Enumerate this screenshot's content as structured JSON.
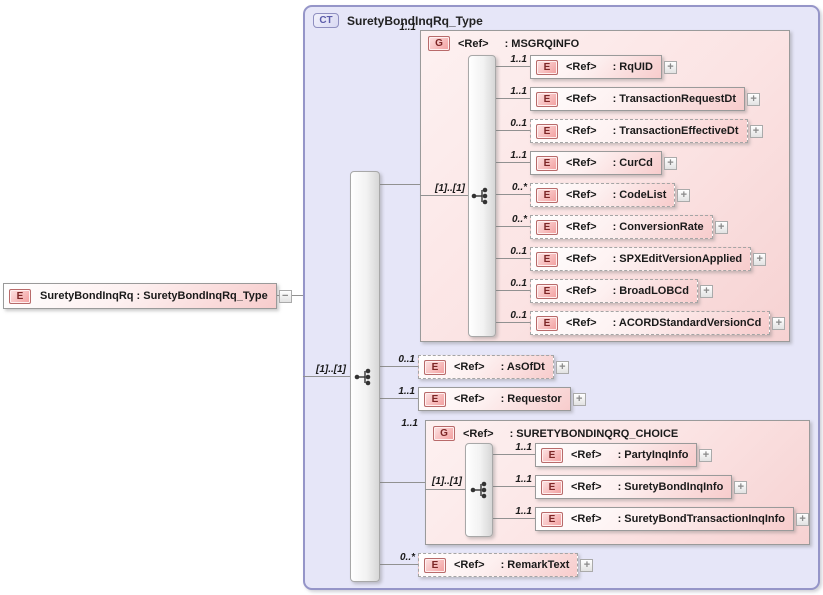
{
  "badges": {
    "element": "E",
    "group": "G",
    "complex_type": "CT"
  },
  "labels": {
    "ref": "<Ref>"
  },
  "toggles": {
    "expand": "+",
    "collapse": "−"
  },
  "root_element": {
    "label": "SuretyBondInqRq : SuretyBondInqRq_Type"
  },
  "complex_type": {
    "title": "SuretyBondInqRq_Type",
    "sequence_cardinality": "[1]..[1]",
    "msgrqinfo": {
      "cardinality": "1..1",
      "name": ": MSGRQINFO",
      "sequence_cardinality": "[1]..[1]",
      "children": [
        {
          "cardinality": "1..1",
          "name": ": RqUID"
        },
        {
          "cardinality": "1..1",
          "name": ": TransactionRequestDt"
        },
        {
          "cardinality": "0..1",
          "name": ": TransactionEffectiveDt"
        },
        {
          "cardinality": "1..1",
          "name": ": CurCd"
        },
        {
          "cardinality": "0..*",
          "name": ": CodeList"
        },
        {
          "cardinality": "0..*",
          "name": ": ConversionRate"
        },
        {
          "cardinality": "0..1",
          "name": ": SPXEditVersionApplied"
        },
        {
          "cardinality": "0..1",
          "name": ": BroadLOBCd"
        },
        {
          "cardinality": "0..1",
          "name": ": ACORDStandardVersionCd"
        }
      ]
    },
    "asofdt": {
      "cardinality": "0..1",
      "name": ": AsOfDt"
    },
    "requestor": {
      "cardinality": "1..1",
      "name": ": Requestor"
    },
    "choice": {
      "cardinality": "1..1",
      "name": ": SURETYBONDINQRQ_CHOICE",
      "choice_cardinality": "[1]..[1]",
      "children": [
        {
          "cardinality": "1..1",
          "name": ": PartyInqInfo"
        },
        {
          "cardinality": "1..1",
          "name": ": SuretyBondInqInfo"
        },
        {
          "cardinality": "1..1",
          "name": ": SuretyBondTransactionInqInfo"
        }
      ]
    },
    "remarktext": {
      "cardinality": "0..*",
      "name": ": RemarkText"
    }
  },
  "colors": {
    "container_bg": "#e6e6f8",
    "container_border": "#9595c8",
    "element_pink": "#f7cccc",
    "badge_border": "#b86a6a",
    "connector": "#919191"
  }
}
